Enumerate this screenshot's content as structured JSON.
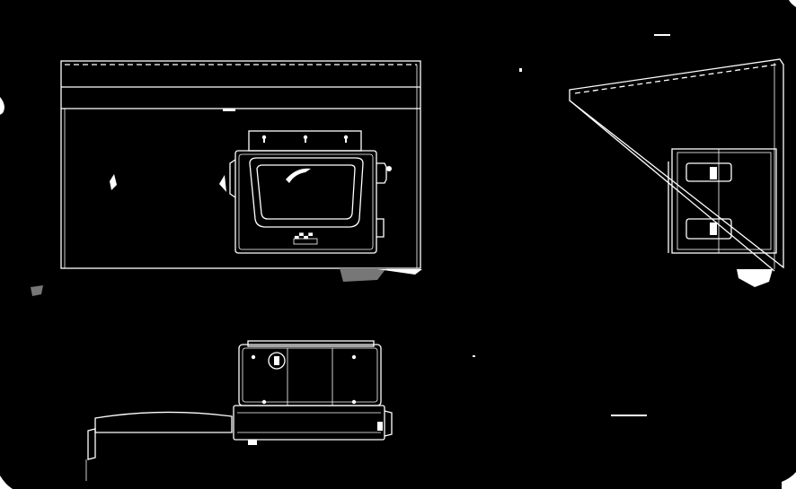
{
  "drawing": {
    "views": [
      "front-view",
      "side-view",
      "bottom-view"
    ],
    "colors": {
      "background": "#000000",
      "line": "#ffffff",
      "shadow": "#777777"
    }
  }
}
